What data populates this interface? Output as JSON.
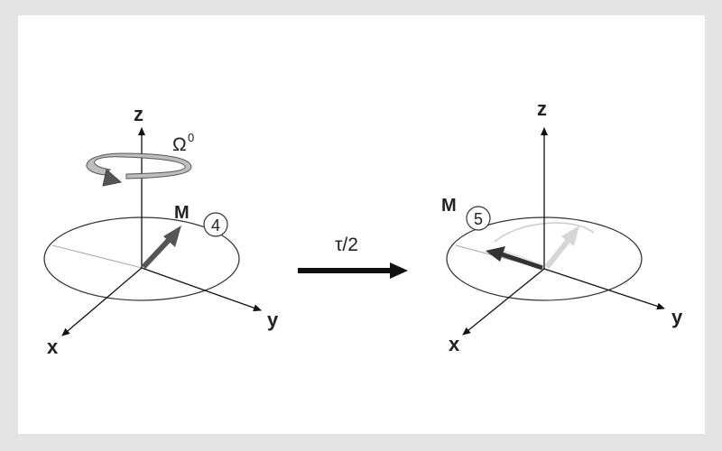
{
  "left_diagram": {
    "axes": {
      "z": "z",
      "y": "y",
      "x": "x"
    },
    "rotation_label": "Ω",
    "rotation_superscript": "0",
    "vector_label": "M",
    "step_number": "4"
  },
  "transition": {
    "label": "τ/2"
  },
  "right_diagram": {
    "axes": {
      "z": "z",
      "y": "y",
      "x": "x"
    },
    "vector_label": "M",
    "step_number": "5"
  }
}
